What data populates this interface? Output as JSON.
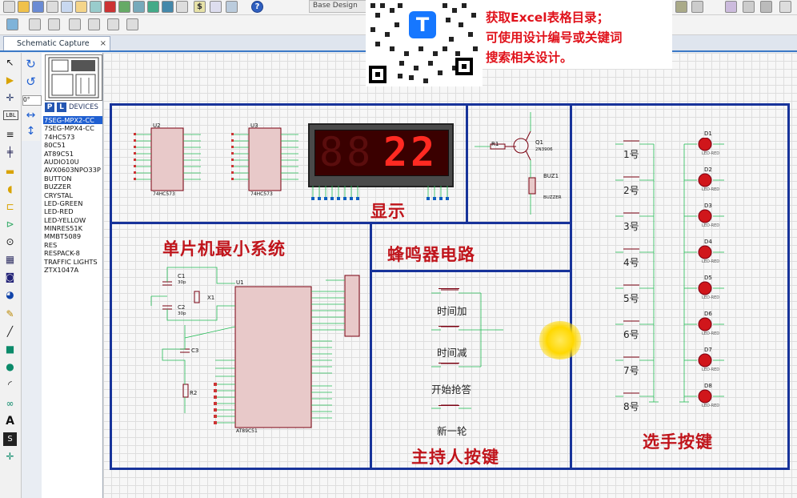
{
  "toolbar": {
    "design_tab": "Base Design",
    "help_icon": "?",
    "dollar_icon": "$"
  },
  "tabs": [
    {
      "label": "Schematic Capture",
      "close": "×"
    }
  ],
  "device_panel": {
    "p_button": "P",
    "l_button": "L",
    "header": "DEVICES",
    "devices": [
      "7SEG-MPX2-CC",
      "7SEG-MPX4-CC",
      "74HC573",
      "80C51",
      "AT89C51",
      "AUDIO10U",
      "AVX0603NPO33P",
      "BUTTON",
      "BUZZER",
      "CRYSTAL",
      "LED-GREEN",
      "LED-RED",
      "LED-YELLOW",
      "MINRES51K",
      "MMBT5089",
      "RES",
      "RESPACK-8",
      "TRAFFIC LIGHTS",
      "ZTX1047A"
    ],
    "selected_index": 0
  },
  "left_tools": {
    "angle_value": "0°"
  },
  "overlay": {
    "lines": [
      "获取Excel表格目录；",
      "可使用设计编号或关键词",
      "搜索相关设计。"
    ],
    "logo_glyph": "T"
  },
  "schematic": {
    "section_titles": {
      "display": "显示",
      "mcu": "单片机最小系统",
      "buzzer": "蜂鸣器电路",
      "host": "主持人按键",
      "player": "选手按键"
    },
    "display_value": "22",
    "display_chips": [
      "U2",
      "U3"
    ],
    "chip_model": "74HC573",
    "mcu": {
      "ref": "U1",
      "model": "AT89C51",
      "c1": "C1",
      "c2": "C2",
      "c3": "C3",
      "x1": "X1",
      "r2": "R2",
      "cap_val": "30p"
    },
    "buzzer": {
      "r1": "R1",
      "q1": "Q1",
      "bz": "BUZ1",
      "q_model": "2N3906",
      "bz_model": "BUZZER"
    },
    "host_buttons": [
      "时间加",
      "时间减",
      "开始抢答",
      "新一轮"
    ],
    "player_buttons": [
      "1号",
      "2号",
      "3号",
      "4号",
      "5号",
      "6号",
      "7号",
      "8号"
    ],
    "leds": [
      "D1",
      "D2",
      "D3",
      "D4",
      "D5",
      "D6",
      "D7",
      "D8"
    ],
    "led_model": "LED-RED"
  },
  "colors": {
    "sheet_border": "#17339a",
    "title_red": "#c0141b",
    "selection_blue": "#1f5fd1",
    "led_red": "#d0161b",
    "segment_red": "#ff2a22"
  }
}
